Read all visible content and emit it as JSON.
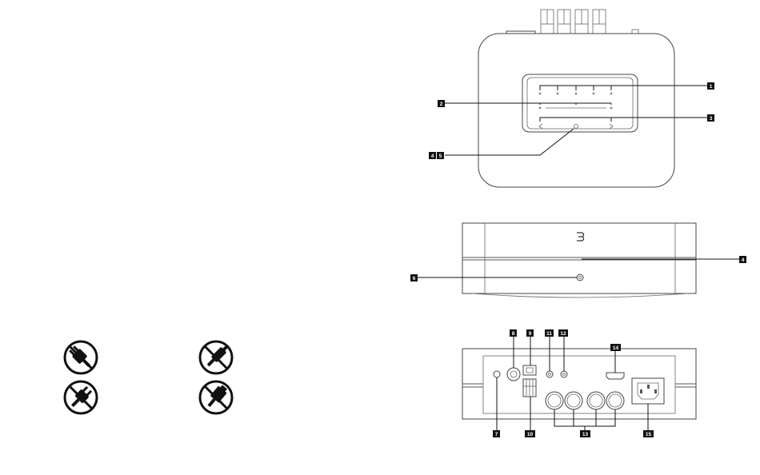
{
  "diagram": {
    "top_view": {
      "callouts": [
        "1",
        "2",
        "3",
        "4",
        "5"
      ]
    },
    "front_view": {
      "callouts": [
        "4",
        "6"
      ]
    },
    "rear_view": {
      "callouts": [
        "7",
        "8",
        "9",
        "10",
        "11",
        "12",
        "13",
        "14",
        "15"
      ]
    },
    "icons": [
      {
        "name": "power-plug-crossed-icon"
      },
      {
        "name": "fiber-optic-crossed-icon"
      },
      {
        "name": "power-plug-diagonal-crossed-icon"
      },
      {
        "name": "ethernet-connector-crossed-icon"
      }
    ]
  }
}
